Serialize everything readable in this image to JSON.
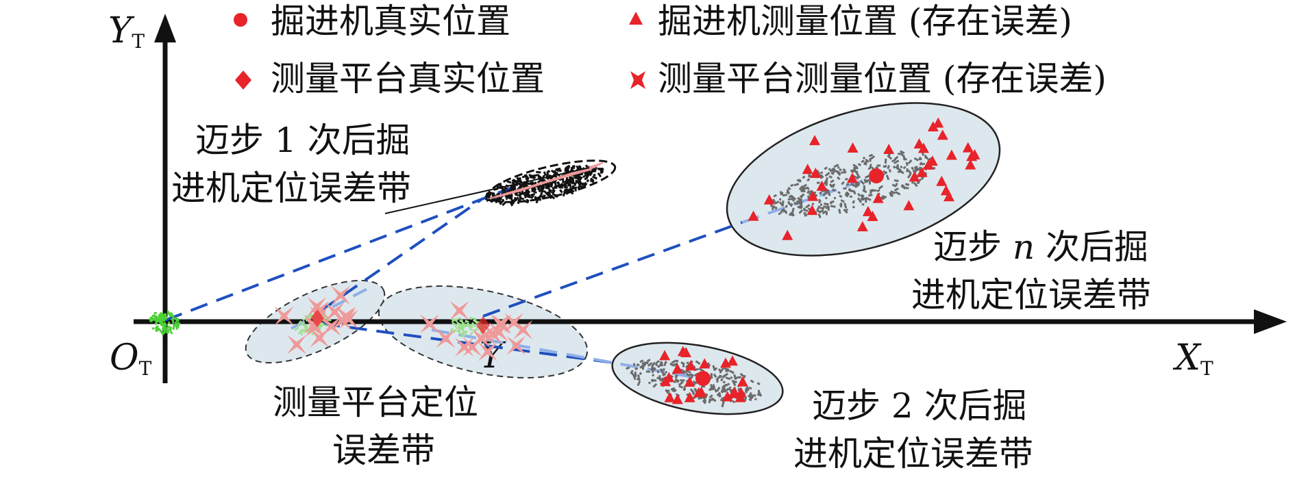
{
  "legend": {
    "tbm_true": "掘进机真实位置",
    "tbm_measured": "掘进机测量位置 (存在误差)",
    "platform_true": "测量平台真实位置",
    "platform_measured": "测量平台测量位置 (存在误差)"
  },
  "axes": {
    "y_label": "Y",
    "y_sub": "T",
    "x_label": "X",
    "x_sub": "T",
    "origin_label": "O",
    "origin_sub": "T",
    "point_label": "Y"
  },
  "bands": {
    "step1": [
      "迈步 1 次后掘",
      "进机定位误差带"
    ],
    "stepn_a": "迈步 ",
    "stepn_n": "n",
    "stepn_b": " 次后掘",
    "stepn_line2": "进机定位误差带",
    "step2": [
      "迈步 2 次后掘",
      "进机定位误差带"
    ],
    "platform": [
      "测量平台定位",
      "误差带"
    ]
  },
  "colors": {
    "marker_red": "#e8232a",
    "platform_pink": "#ef9a9a",
    "band_fill": "#dde8ee",
    "dash_blue": "#1f4fbf",
    "dash_light": "#8faee8",
    "noise_gray": "#6b6b6b",
    "origin_green": "#4cd137"
  }
}
